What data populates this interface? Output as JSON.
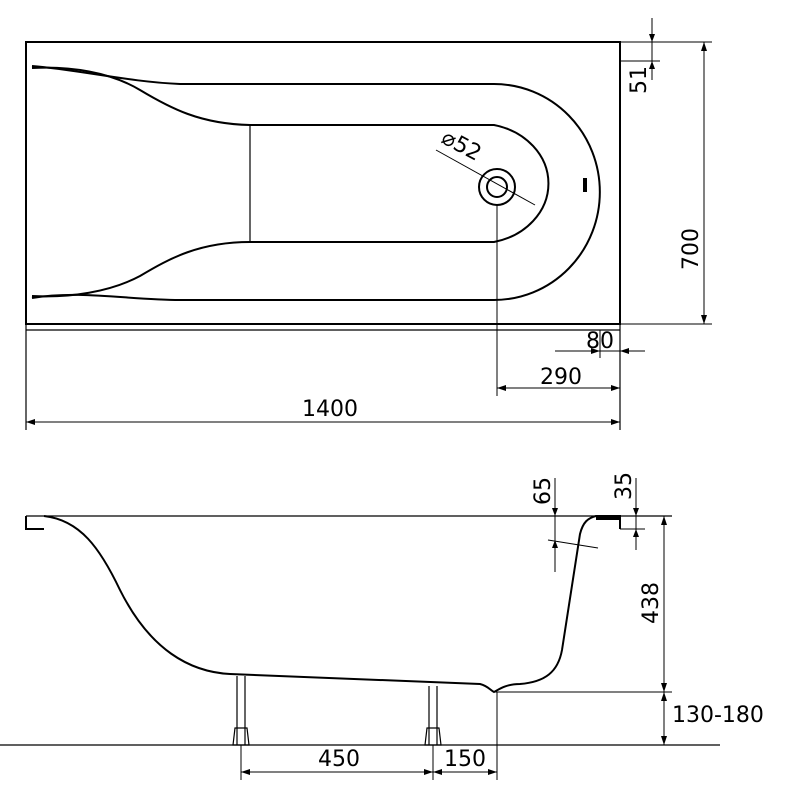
{
  "top_view": {
    "overall_length": "1400",
    "overall_width": "700",
    "rim_width": "51",
    "drain_diameter": "⌀52",
    "drain_offset_from_edge": "80",
    "drain_offset_from_end": "290"
  },
  "side_view": {
    "overflow_depth": "65",
    "rim_thickness": "35",
    "tub_depth": "438",
    "leg_height_range": "130-180",
    "leg_spacing": "450",
    "leg_offset": "150"
  }
}
